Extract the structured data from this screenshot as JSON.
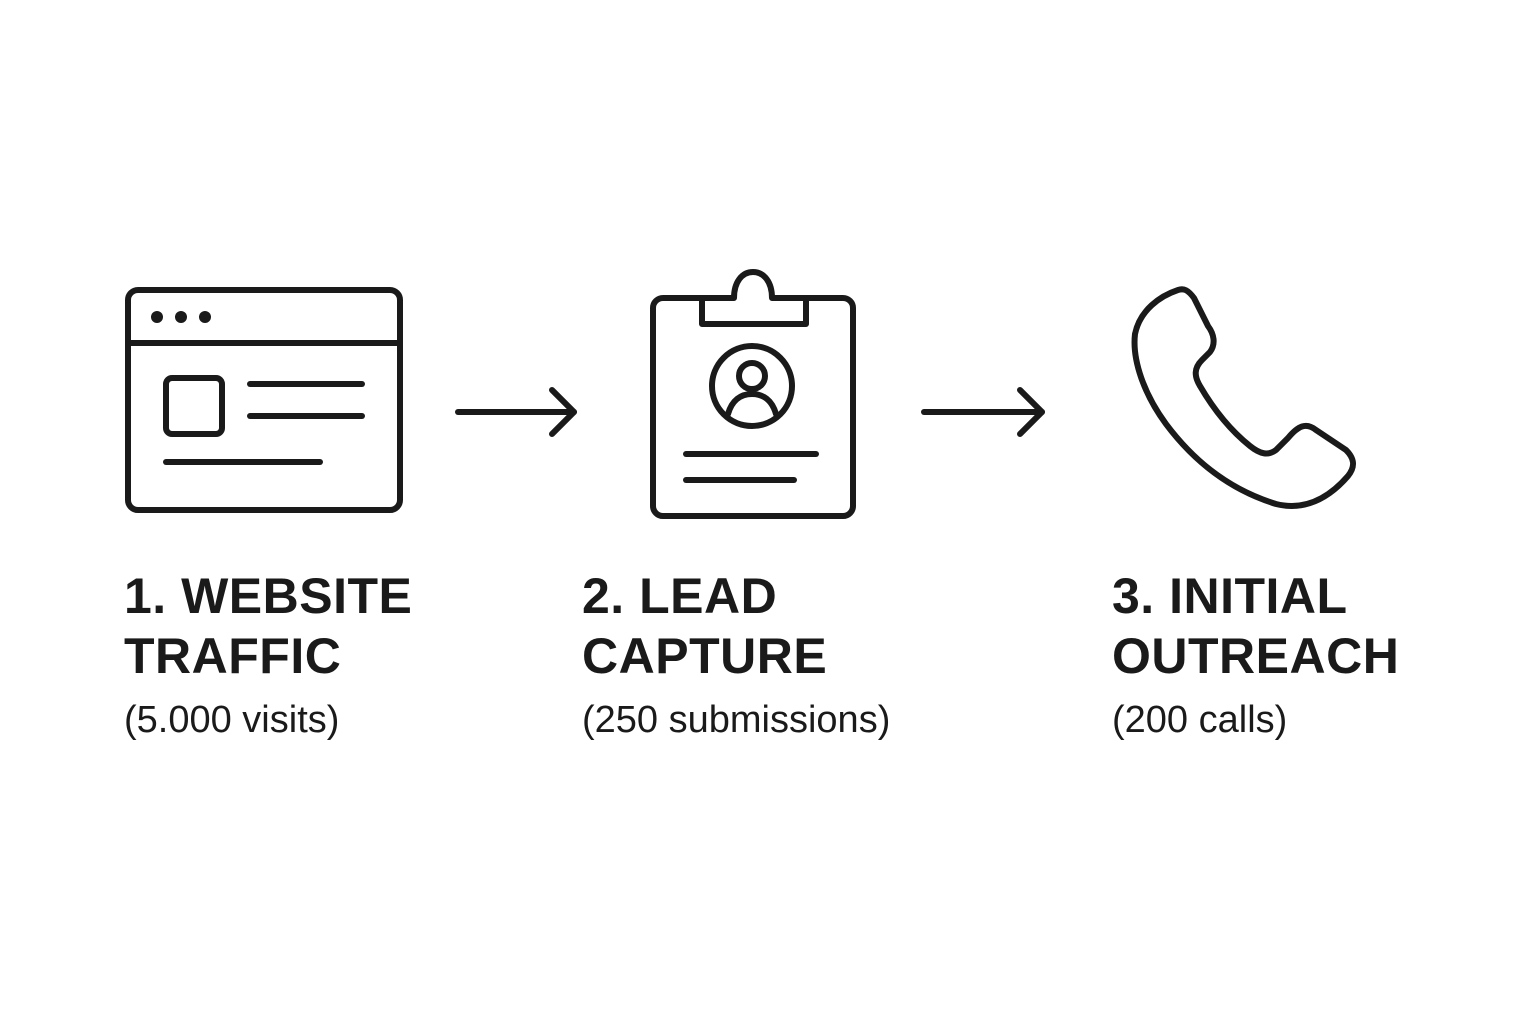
{
  "colors": {
    "ink": "#1a1a1a",
    "background": "#ffffff"
  },
  "steps": [
    {
      "icon": "browser-window-icon",
      "title_line1": "1. WEBSITE",
      "title_line2": "TRAFFIC",
      "detail": "(5.000 visits)"
    },
    {
      "icon": "clipboard-contact-icon",
      "title_line1": "2. LEAD",
      "title_line2": "CAPTURE",
      "detail": "(250 submissions)"
    },
    {
      "icon": "phone-handset-icon",
      "title_line1": "3. INITIAL",
      "title_line2": "OUTREACH",
      "detail": "(200 calls)"
    }
  ],
  "connectors": [
    "arrow-right-icon",
    "arrow-right-icon"
  ]
}
